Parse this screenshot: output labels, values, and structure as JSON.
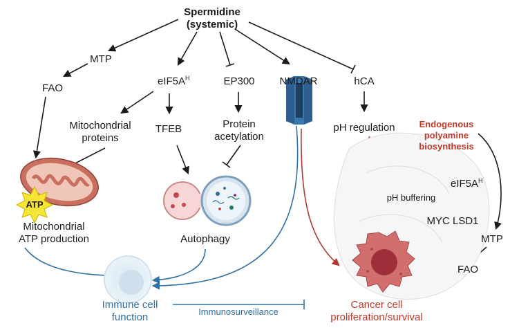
{
  "nodes": {
    "spermidine_line1": "Spermidine",
    "spermidine_line2": "(systemic)",
    "mtp_left": "MTP",
    "fao_left": "FAO",
    "eif5a_left": "eIF5A",
    "eif5a_left_sup": "H",
    "ep300": "EP300",
    "nmdar": "NMDAR",
    "hca": "hCA",
    "mito_proteins_line1": "Mitochondrial",
    "mito_proteins_line2": "proteins",
    "tfeb": "TFEB",
    "protein_acetylation_line1": "Protein",
    "protein_acetylation_line2": "acetylation",
    "ph_regulation": "pH regulation",
    "atp_badge": "ATP",
    "mito_atp_line1": "Mitochondrial",
    "mito_atp_line2": "ATP production",
    "autophagy": "Autophagy",
    "endogenous_line1": "Endogenous",
    "endogenous_line2": "polyamine",
    "endogenous_line3": "biosynthesis",
    "ph_buffering": "pH buffering",
    "eif5a_right": "eIF5A",
    "eif5a_right_sup": "H",
    "myc_lsd1": "MYC LSD1",
    "mtp_right": "MTP",
    "fao_right": "FAO",
    "immune_line1": "Immune cell",
    "immune_line2": "function",
    "immunosurveillance": "Immunosurveillance",
    "cancer_line1": "Cancer cell",
    "cancer_line2": "proliferation/survival"
  },
  "colors": {
    "black": "#1a1a1a",
    "red": "#b03a32",
    "blue": "#2f6fa8"
  }
}
